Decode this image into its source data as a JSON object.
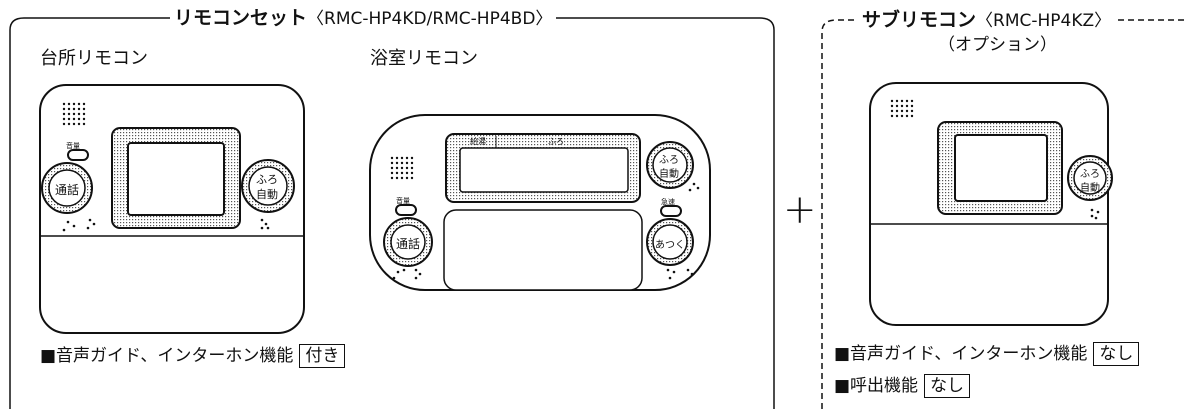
{
  "main_set": {
    "title": "リモコンセット",
    "model": "〈RMC-HP4KD/RMC-HP4BD〉",
    "kitchen": {
      "name": "台所リモコン",
      "button_volume": "音量",
      "button_call": "通話",
      "button_auto_1": "ふろ",
      "button_auto_2": "自動"
    },
    "bath": {
      "name": "浴室リモコン",
      "display_left": "給湯",
      "display_right": "ふろ",
      "button_volume": "音量",
      "button_call": "通話",
      "button_auto_1": "ふろ",
      "button_auto_2": "自動",
      "button_fast": "急速",
      "button_hot": "あつく"
    },
    "feature_label": "■音声ガイド、インターホン機能",
    "feature_value": "付き"
  },
  "plus_sign": "+",
  "sub_remote": {
    "title": "サブリモコン",
    "model": "〈RMC-HP4KZ〉",
    "option": "（オプション）",
    "button_auto_1": "ふろ",
    "button_auto_2": "自動",
    "feature_label": "■音声ガイド、インターホン機能",
    "feature_value": "なし",
    "call_label": "■呼出機能",
    "call_value": "なし"
  }
}
